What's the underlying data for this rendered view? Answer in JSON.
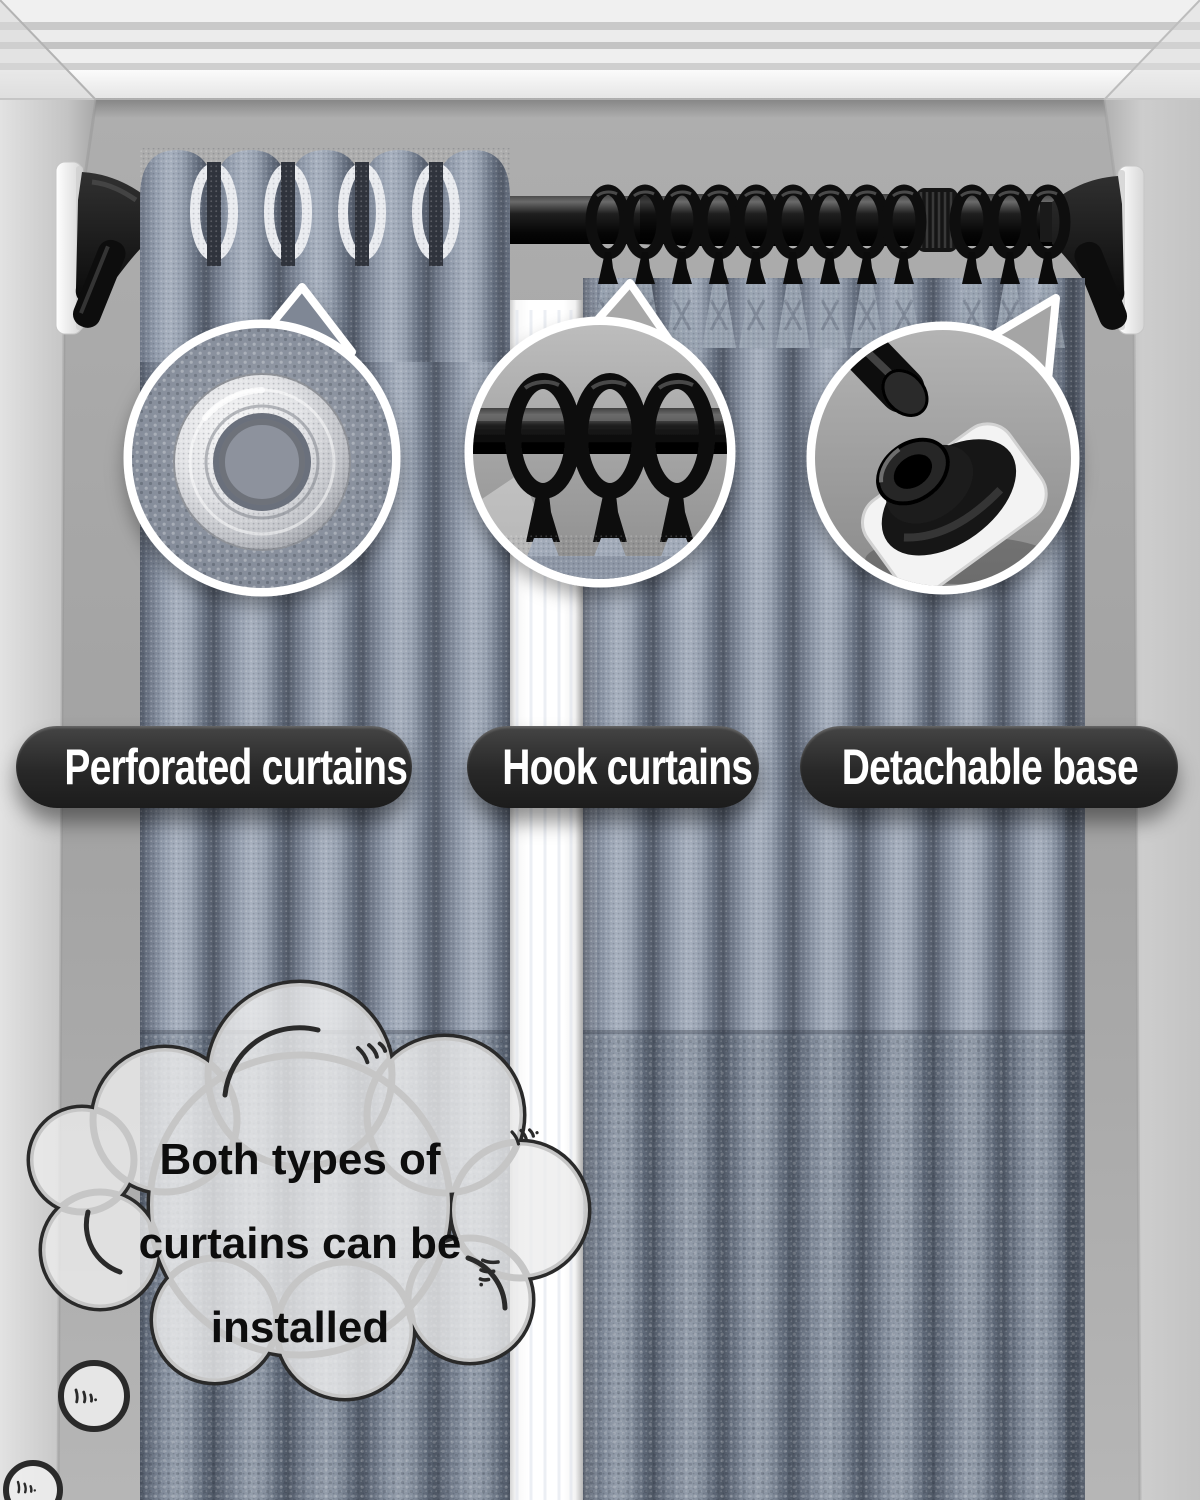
{
  "labels": {
    "perforated": "Perforated curtains",
    "hook": "Hook curtains",
    "base": "Detachable base"
  },
  "cloud": {
    "line1": "Both types of",
    "line2": "curtains can be",
    "line3": "installed"
  },
  "colors": {
    "curtain_fabric": "#8a93a2",
    "curtain_crease": "#525a68",
    "rod_black": "#121212",
    "label_background": "#2b2b2b",
    "label_text": "#ffffff",
    "wall_grey": "#a9a9a9",
    "bracket_plate_white": "#f5f5f5",
    "window_light": "#ffffff",
    "cloud_fill": "#ededed",
    "cloud_outline": "#2a2a2a",
    "grommet_silver": "#e9ebef"
  },
  "icons": {
    "grommet_callout": "grommet-closeup",
    "rings_callout": "curtain-rings-closeup",
    "base_callout": "detachable-base-closeup"
  }
}
